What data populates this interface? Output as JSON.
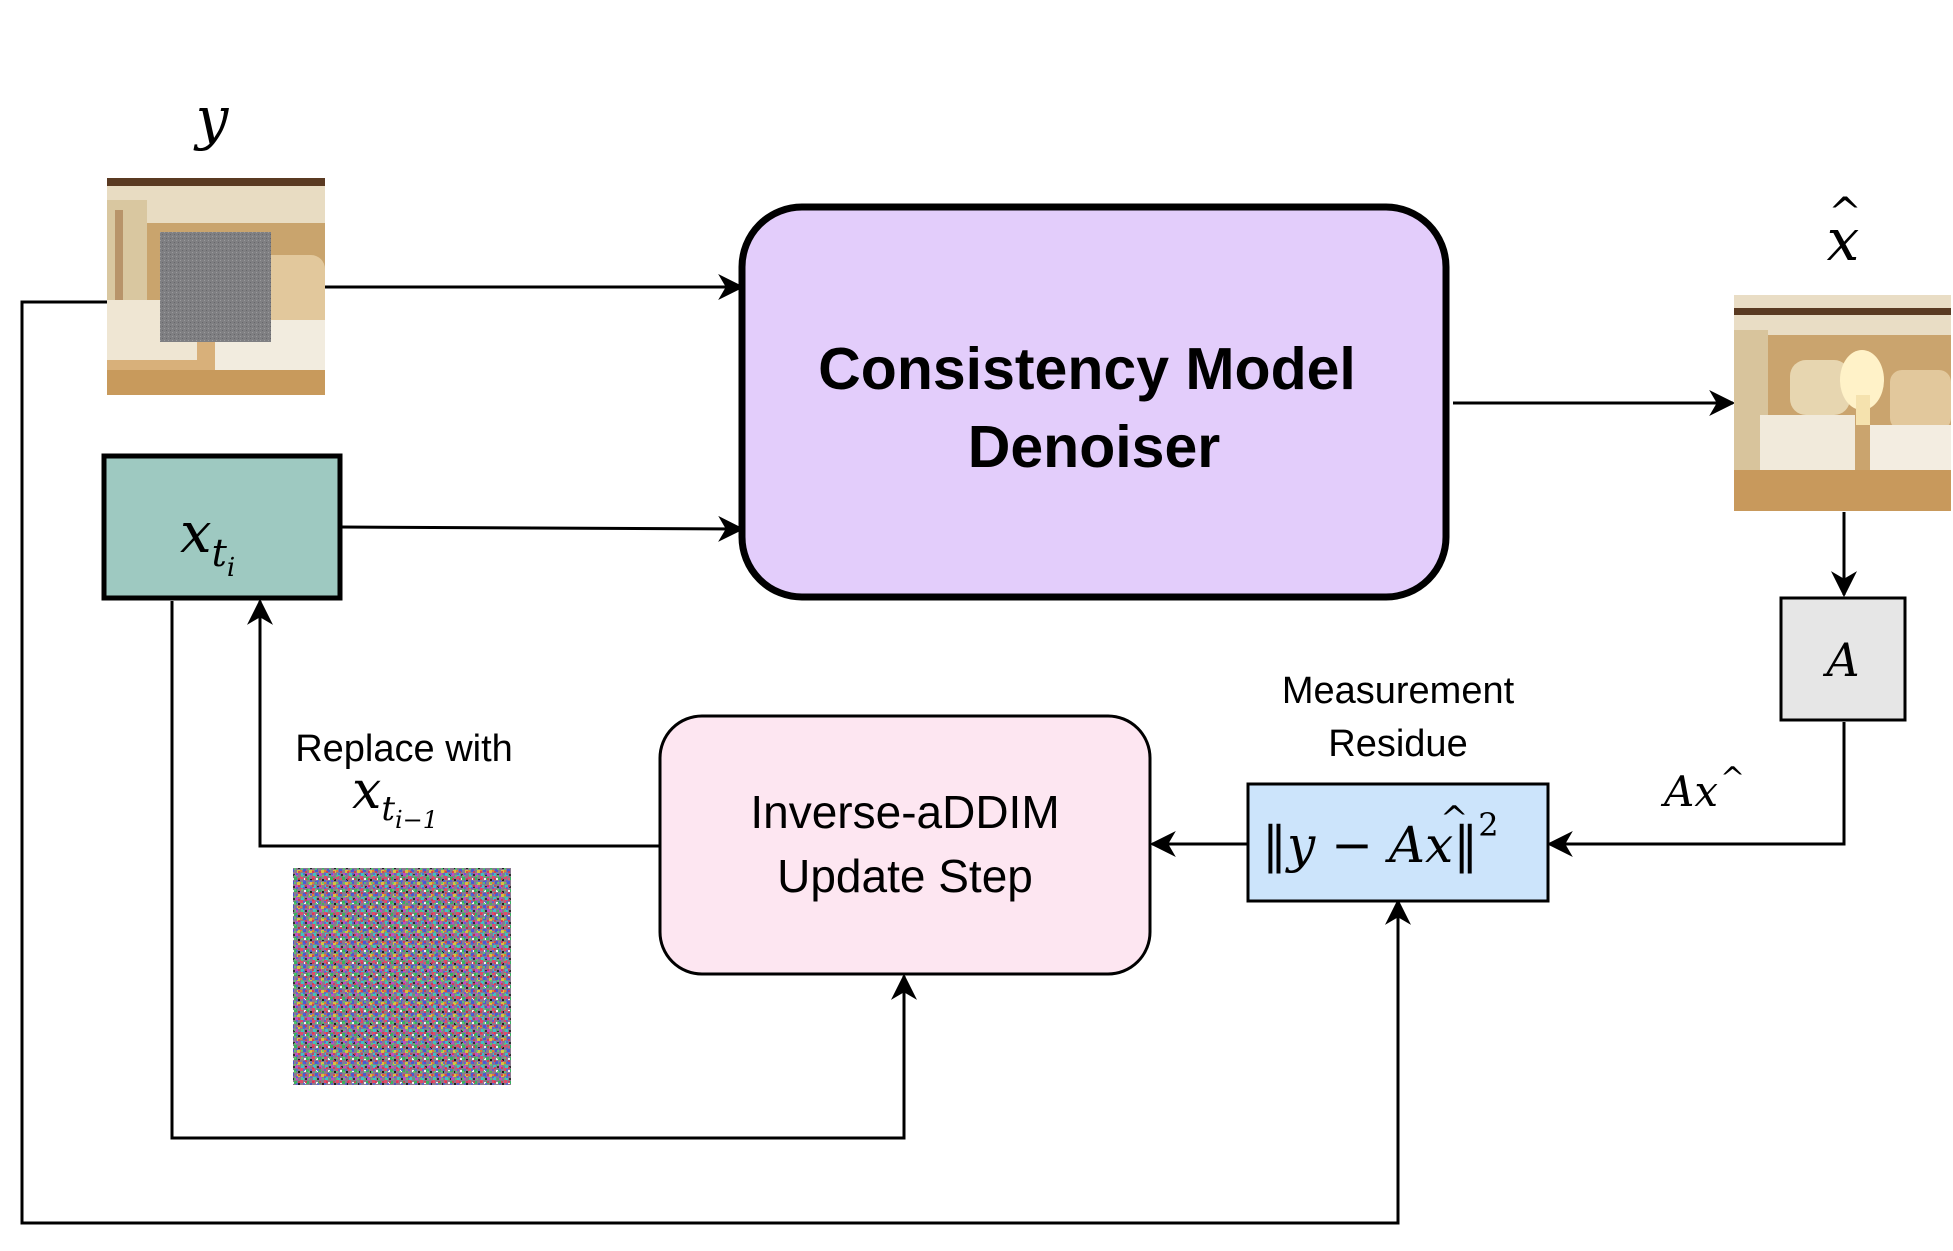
{
  "denoiser": {
    "line1": "Consistency Model",
    "line2": "Denoiser"
  },
  "update": {
    "line1": "Inverse-aDDIM",
    "line2": "Update Step"
  },
  "residue_label": {
    "line1": "Measurement",
    "line2": "Residue"
  },
  "replace_label": {
    "line1": "Replace with"
  },
  "math": {
    "y": "y",
    "x": "x",
    "t": "t",
    "i": "i",
    "im1": "i−1",
    "A": "A",
    "norm_left": "‖y − A",
    "norm_right": "‖",
    "sup2": "2"
  },
  "colors": {
    "denoiser_fill": "#e3cdfb",
    "xt_fill": "#9ec9c1",
    "update_fill": "#fde6f1",
    "residue_fill": "#cce4fb",
    "operator_fill": "#e6e6e6"
  }
}
